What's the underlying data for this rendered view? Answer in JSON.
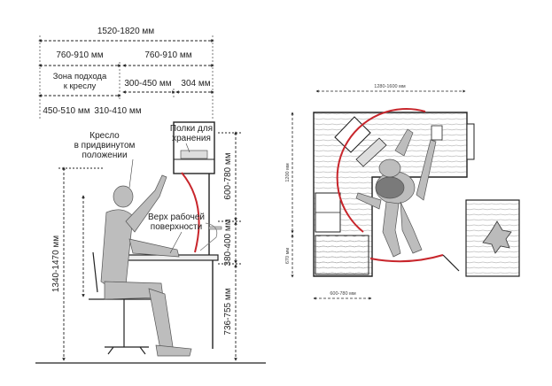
{
  "colors": {
    "line": "#222222",
    "accent_arc": "#c8262c",
    "figure": "#bdbdbd",
    "background": "#ffffff"
  },
  "side_view": {
    "dim_total": "1520-1820 мм",
    "dim_left": "760-910 мм",
    "dim_right": "760-910 мм",
    "approach_zone": [
      "Зона подхода",
      "к креслу"
    ],
    "dim_300_450": "300-450 мм",
    "dim_304": "304 мм",
    "dim_450_510": "450-510 мм",
    "dim_310_410": "310-410 мм",
    "chair_pushed": [
      "Кресло",
      "в придвинутом",
      "положении"
    ],
    "shelves": [
      "Полки для",
      "хранения"
    ],
    "work_surface": [
      "Верх рабочей",
      "поверхности"
    ],
    "dim_600_780": "600-780 мм",
    "dim_380_400": "380-400 мм",
    "dim_736_755": "736-755 мм",
    "dim_1340_1470": "1340-1470 мм"
  },
  "plan_view": {
    "dim_1280_1600": "1280-1600 мм",
    "dim_1200": "1200 мм",
    "dim_670": "670 мм",
    "dim_600_780": "600-780 мм"
  }
}
